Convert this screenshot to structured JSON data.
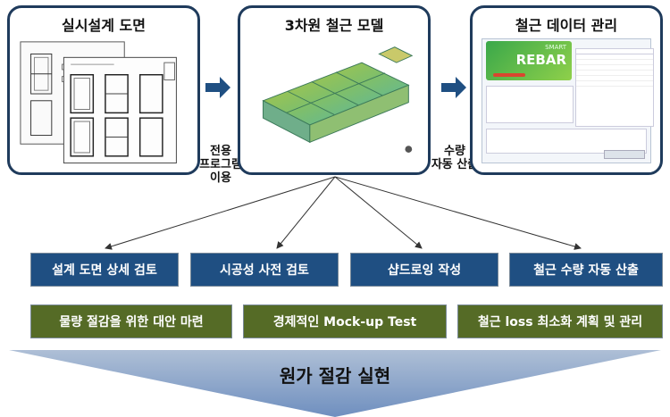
{
  "panels": [
    {
      "title": "실시설계 도면"
    },
    {
      "title": "3차원 철근 모델"
    },
    {
      "title": "철근 데이터 관리"
    }
  ],
  "connectors": {
    "left_label": [
      "전용",
      "프로그램",
      "이용"
    ],
    "right_label": [
      "수량",
      "자동 산출"
    ]
  },
  "software": {
    "logo_top": "SMART",
    "logo_main": "REBAR"
  },
  "tasks_row1": [
    "설계 도면 상세 검토",
    "시공성 사전 검토",
    "샵드로잉 작성",
    "철근 수량 자동 산출"
  ],
  "tasks_row2": [
    "물량 절감을 위한 대안 마련",
    "경제적인 Mock-up Test",
    "철근 loss 최소화 계획 및 관리"
  ],
  "result": "원가 절감 실현",
  "colors": {
    "blue_box": "#1f4f82",
    "green_box": "#556b26",
    "panel_border": "#1f3b5c",
    "arrow": "#1f4f82",
    "banner_top": "#aebfd6",
    "banner_bottom": "#6f8fbf"
  }
}
